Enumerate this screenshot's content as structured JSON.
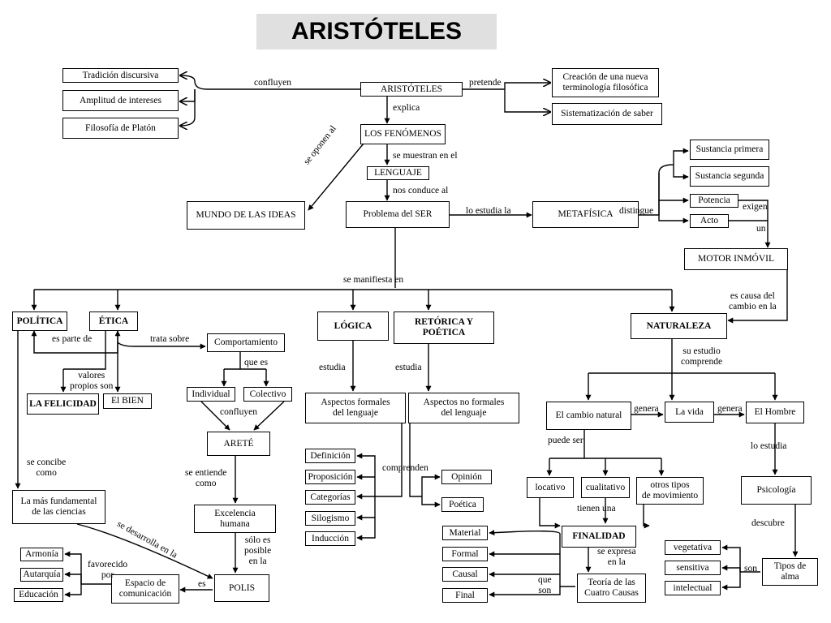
{
  "title": "ARISTÓTELES",
  "nodes": {
    "aristoteles": "ARISTÓTELES",
    "tradicion": "Tradición discursiva",
    "amplitud": "Amplitud de intereses",
    "platon": "Filosofía de Platón",
    "creacion": "Creación  de una nueva\nterminología filosófica",
    "sistematizacion": "Sistematización de saber",
    "fenomenos": "LOS FENÓMENOS",
    "lenguaje": "LENGUAJE",
    "mundo": "MUNDO DE LAS IDEAS",
    "problema": "Problema del SER",
    "metafisica": "METAFÍSICA",
    "sust_primera": "Sustancia primera",
    "sust_segunda": "Sustancia segunda",
    "potencia": "Potencia",
    "acto": "Acto",
    "motor": "MOTOR INMÓVIL",
    "politica": "POLÍTICA",
    "etica": "ÉTICA",
    "logica": "LÓGICA",
    "retorica": "RETÓRICA Y\nPOÉTICA",
    "naturaleza": "NATURALEZA",
    "comportamiento": "Comportamiento",
    "individual": "Individual",
    "colectivo": "Colectivo",
    "felicidad": "LA FELICIDAD",
    "bien": "El BIEN",
    "arete": "ARETÉ",
    "excelencia": "Excelencia\nhumana",
    "polis": "POLIS",
    "espacio": "Espacio de\ncomunicación",
    "armonia": "Armonía",
    "autarquia": "Autarquía",
    "educacion": "Educación",
    "fundamental": "La más fundamental\nde las ciencias",
    "formales": "Aspectos formales\ndel lenguaje",
    "no_formales": "Aspectos no formales\ndel lenguaje",
    "definicion": "Definición",
    "proposicion": "Proposición",
    "categorias": "Categorías",
    "silogismo": "Silogismo",
    "induccion": "Inducción",
    "opinion": "Opinión",
    "poetica": "Poética",
    "cambio": "El cambio natural",
    "vida": "La vida",
    "hombre": "El Hombre",
    "locativo": "locativo",
    "cualitativo": "cualitativo",
    "otros": "otros tipos\nde movimiento",
    "finalidad": "FINALIDAD",
    "material": "Material",
    "formal": "Formal",
    "causal": "Causal",
    "final": "Final",
    "teoria": "Teoría de las\nCuatro Causas",
    "psicologia": "Psicología",
    "tipos_alma": "Tipos de alma",
    "vegetativa": "vegetativa",
    "sensitiva": "sensitiva",
    "intelectual": "intelectual"
  },
  "links": {
    "confluyen": "confluyen",
    "pretende": "pretende",
    "explica": "explica",
    "se_muestran": "se muestran en el",
    "se_oponen": "se oponen al",
    "nos_conduce": "nos conduce al",
    "lo_estudia_la": "lo estudia la",
    "distingue": "distingue",
    "exigen": "exigen",
    "un": "un",
    "es_causa": "es causa del\ncambio en la",
    "se_manifiesta": "se manifiesta en",
    "es_parte_de": "es parte de",
    "trata_sobre": "trata sobre",
    "que_es": "que es",
    "valores": "valores\npropios son",
    "confluyen2": "confluyen",
    "se_entiende": "se entiende\ncomo",
    "solo_es": "sólo es\nposible\nen la",
    "se_desarrolla": "se desarrolla en la",
    "es": "es",
    "favorecido": "favorecido\npor",
    "se_concibe": "se concibe\ncomo",
    "estudia1": "estudia",
    "estudia2": "estudia",
    "comprenden": "comprenden",
    "su_estudio": "su estudio\ncomprende",
    "genera1": "genera",
    "genera2": "genera",
    "puede_ser": "puede ser",
    "tienen_una": "tienen una",
    "se_expresa": "se expresa\nen la",
    "que_son": "que\nson",
    "lo_estudia": "lo estudia",
    "descubre": "descubre",
    "son": "son"
  }
}
